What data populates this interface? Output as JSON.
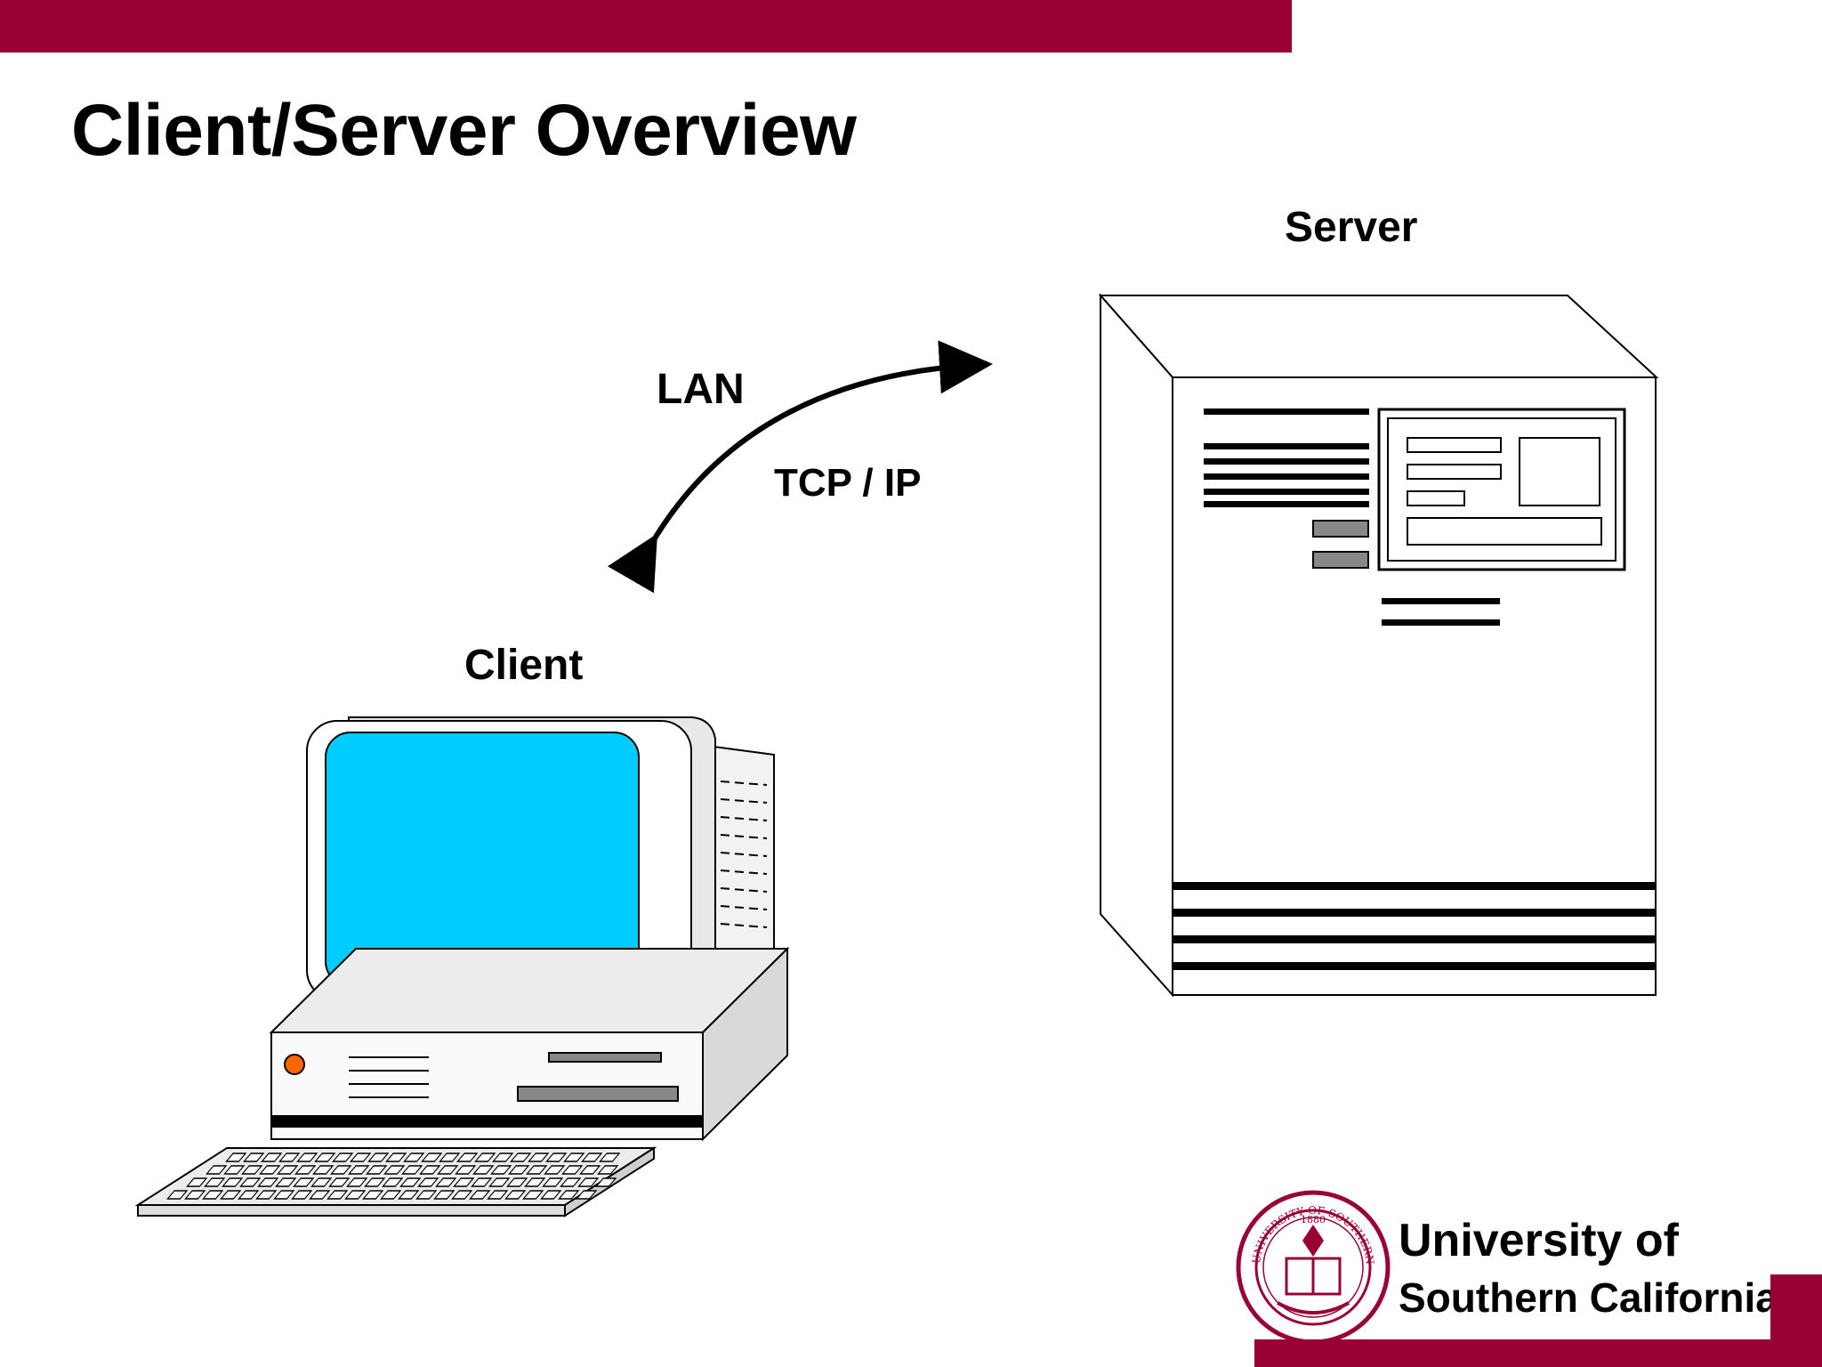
{
  "slide": {
    "title": "Client/Server Overview",
    "labels": {
      "server": "Server",
      "client": "Client",
      "lan": "LAN",
      "tcp_ip": "TCP / IP"
    },
    "logo": {
      "name_line1": "University of",
      "name_line2": "Southern California",
      "seal_text_top": "UNIVERSITY OF SOUTHERN CALIFORNIA",
      "seal_year": "1880"
    },
    "colors": {
      "brand": "#990033",
      "screen": "#00ccff",
      "power_light": "#ff6600",
      "indicator": "#00ee00"
    },
    "icons": [
      "server-icon",
      "desktop-computer-icon",
      "keyboard-icon",
      "bidirectional-arrow-icon",
      "university-seal-icon"
    ]
  }
}
